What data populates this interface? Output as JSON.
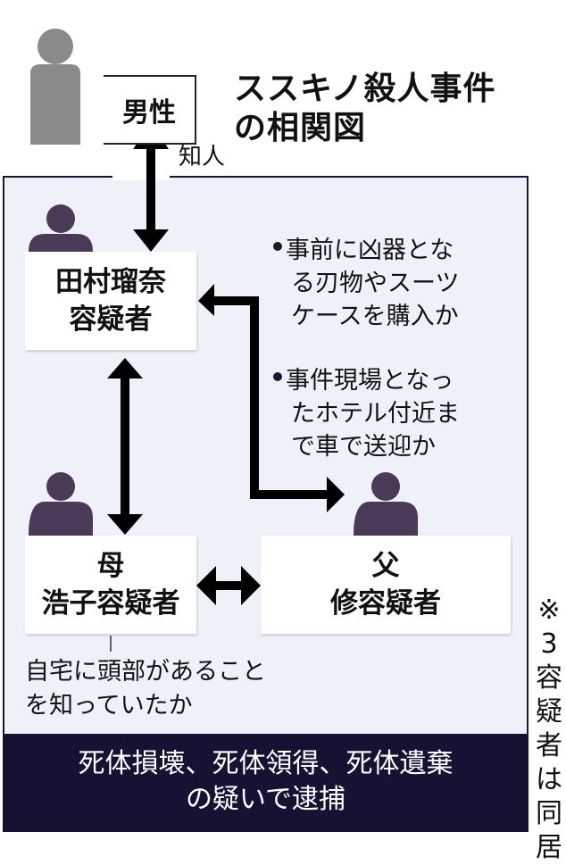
{
  "title": {
    "line1": "ススキノ殺人事件",
    "line2": "の相関図"
  },
  "people": {
    "male": {
      "label": "男性",
      "icon": "person-silhouette-gray"
    },
    "tamura": {
      "line1": "田村瑠奈",
      "line2": "容疑者",
      "icon": "person-silhouette-purple"
    },
    "mother": {
      "line1": "母",
      "line2": "浩子容疑者",
      "icon": "person-silhouette-purple"
    },
    "father": {
      "line1": "父",
      "line2": "修容疑者",
      "icon": "person-silhouette-purple"
    }
  },
  "relations": {
    "male_tamura": "知人"
  },
  "notes": {
    "father": [
      {
        "lines": [
          "事前に凶器とな",
          "る刃物やスーツ",
          "ケースを購入か"
        ]
      },
      {
        "lines": [
          "事件現場となっ",
          "たホテル付近ま",
          "で車で送迎か"
        ]
      }
    ],
    "mother": {
      "lines": [
        "自宅に頭部があること",
        "を知っていたか"
      ]
    }
  },
  "footer": {
    "line1": "死体損壊、死体領得、死体遺棄",
    "line2": "の疑いで逮捕"
  },
  "side_note": [
    "※",
    "3",
    "容",
    "疑",
    "者",
    "は",
    "同",
    "居"
  ],
  "colors": {
    "panel_bg": "#eef2f8",
    "footer_bg": "#171234",
    "suspect_icon": "#4a3a58",
    "male_icon": "#8a8a8a",
    "arrow": "#000000"
  }
}
